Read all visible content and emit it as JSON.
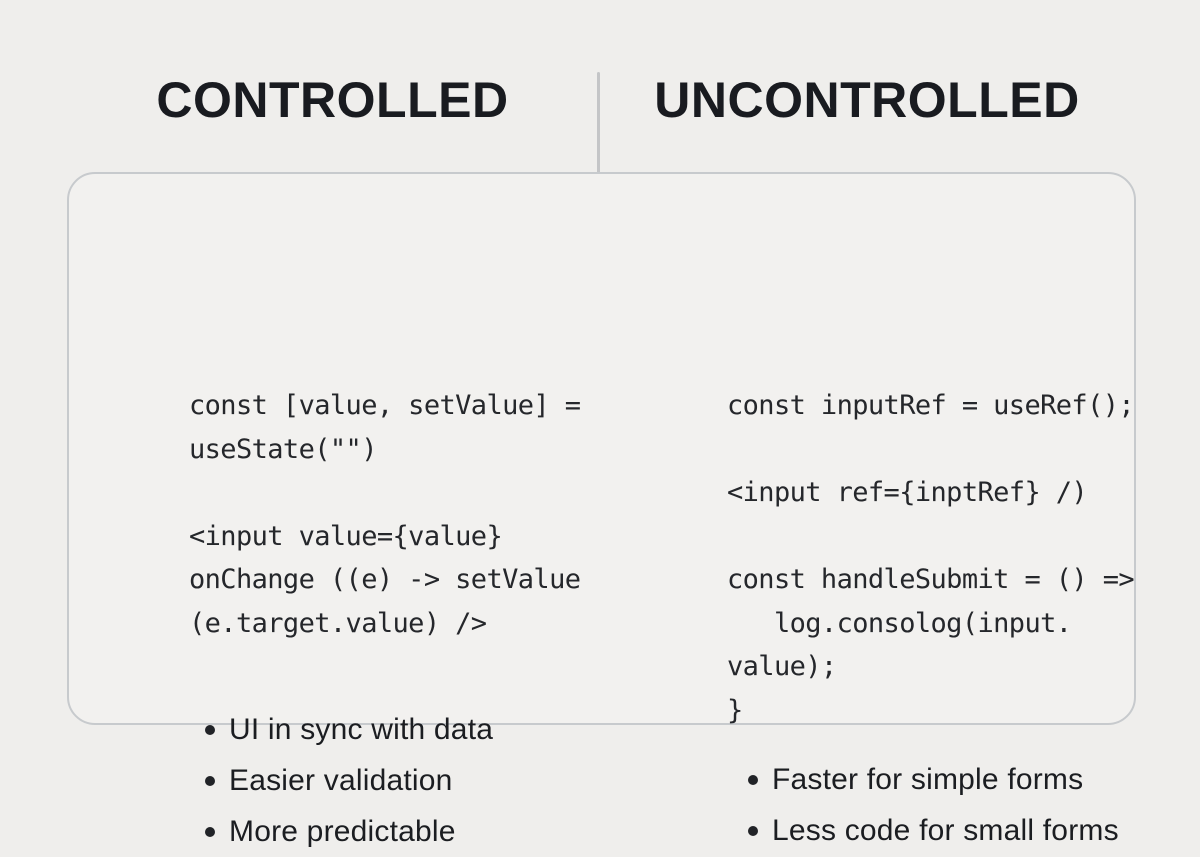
{
  "columns": [
    {
      "title": "CONTROLLED",
      "code": "const [value, setValue] =\nuseState(\"\")\n\n<input value={value}\nonChange ((e) -> setValue\n(e.target.value) />",
      "bullets": [
        "UI in sync with data",
        "Easier validation",
        "More predictable"
      ]
    },
    {
      "title": "UNCONTROLLED",
      "code": "const inputRef = useRef();\n\n<input ref={inptRef} /)\n\nconst handleSubmit = () =>\n   log.consolog(input.\nvalue);\n}",
      "bullets": [
        "Faster for simple forms",
        "Less code for small forms"
      ]
    }
  ],
  "colors": {
    "page_background": "#efeeec",
    "card_background": "#f2f1ef",
    "card_border": "#c7cacd",
    "divider": "#c4c5c7",
    "heading_text": "#191b20",
    "code_text": "#25272b",
    "bullet_text": "#1b1d21"
  }
}
